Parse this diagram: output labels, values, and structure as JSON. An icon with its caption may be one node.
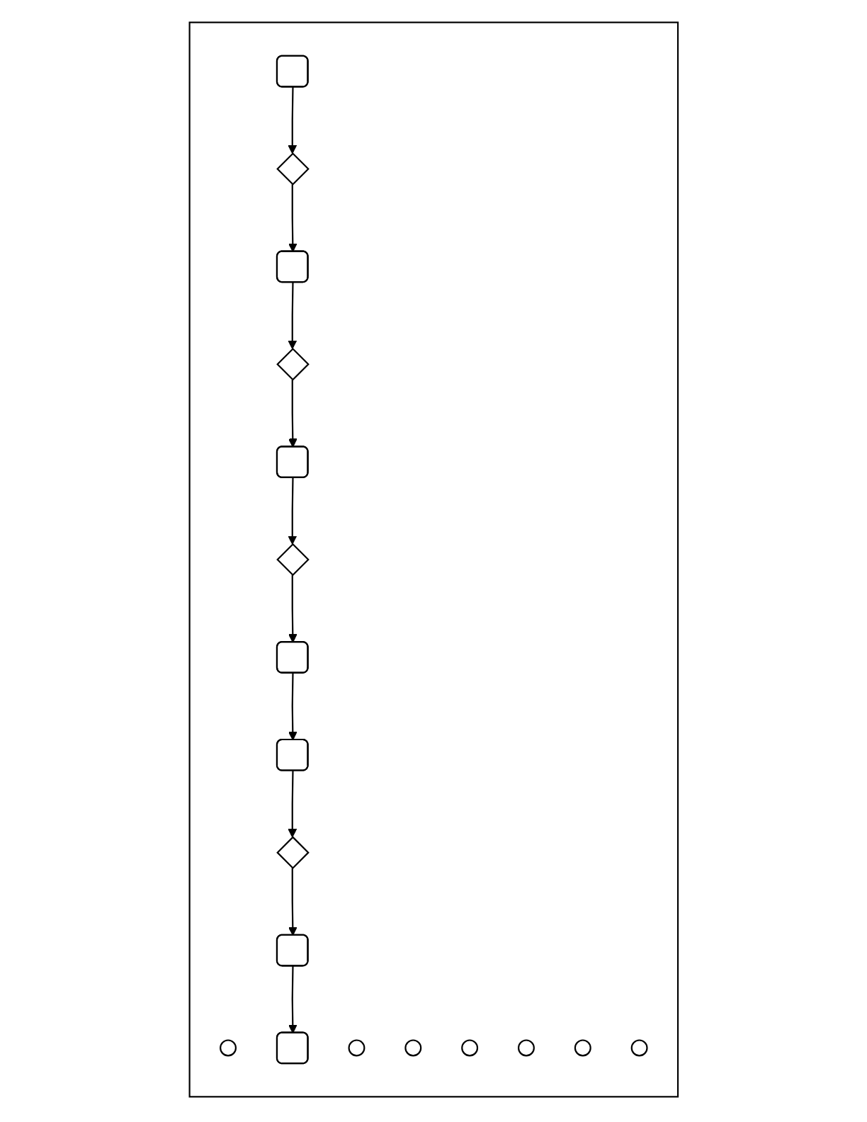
{
  "diagram": {
    "nodes": [
      {
        "text": [],
        "shape": "box"
      },
      {
        "text": [],
        "shape": "circle",
        "in": 0
      },
      {
        "text": [],
        "shape": "box",
        "in": 0
      },
      {
        "text": [],
        "shape": "diamond",
        "in": 0
      },
      {
        "text": [],
        "shape": "circle",
        "in": 0
      },
      {
        "text": [],
        "shape": "box",
        "in": 0
      },
      {
        "text": [],
        "shape": "diamond",
        "in": 0
      },
      {
        "text": [],
        "shape": "circle",
        "in": 0
      },
      {
        "text": [],
        "shape": "box",
        "in": 0
      },
      {
        "text": [],
        "shape": "diamond",
        "in": 0
      },
      {
        "text": [],
        "shape": "circle",
        "in": 0
      },
      {
        "text": [],
        "shape": "box",
        "in": 0
      },
      {
        "text": [],
        "shape": "circle",
        "in": 0
      },
      {
        "text": [],
        "shape": "box",
        "in": 0
      },
      {
        "text": [],
        "shape": "diamond",
        "in": 0
      },
      {
        "text": [],
        "shape": "circle",
        "in": 0
      },
      {
        "text": [],
        "shape": "box",
        "in": 0
      },
      {
        "text": [],
        "shape": "circle",
        "in": 0
      },
      {
        "text": [],
        "shape": "box",
        "in": 0
      }
    ],
    "edges": [
      {
        "from": 2,
        "to": 3,
        "arrow": "to"
      },
      {
        "from": 3,
        "to": 5,
        "arrow": "to"
      },
      {
        "from": 5,
        "to": 6,
        "arrow": "to"
      },
      {
        "from": 6,
        "to": 8,
        "arrow": "to"
      },
      {
        "from": 8,
        "to": 9,
        "arrow": "to"
      },
      {
        "from": 9,
        "to": 11,
        "arrow": "to"
      },
      {
        "from": 11,
        "to": 13,
        "arrow": "to"
      },
      {
        "from": 13,
        "to": 14,
        "arrow": "to"
      },
      {
        "from": 14,
        "to": 16,
        "arrow": "to"
      },
      {
        "from": 16,
        "to": 18,
        "arrow": "to"
      }
    ]
  }
}
